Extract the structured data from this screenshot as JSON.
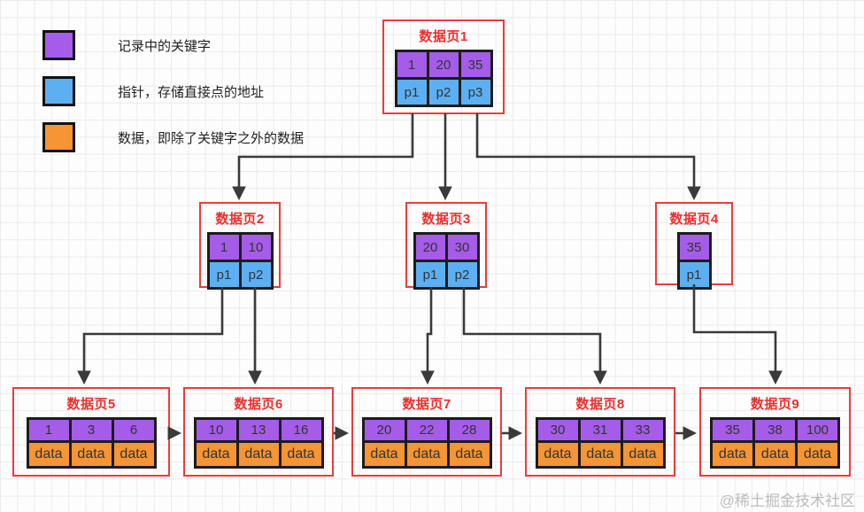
{
  "legend": {
    "items": [
      {
        "name": "key",
        "label": "记录中的关键字",
        "color": "#a55ce8"
      },
      {
        "name": "pointer",
        "label": "指针，存储直接点的地址",
        "color": "#5cb0f2"
      },
      {
        "name": "data",
        "label": "数据，即除了关键字之外的数据",
        "color": "#f79433"
      }
    ]
  },
  "pages": {
    "page1": {
      "title": "数据页1",
      "keys": [
        "1",
        "20",
        "35"
      ],
      "pointers": [
        "p1",
        "p2",
        "p3"
      ]
    },
    "page2": {
      "title": "数据页2",
      "keys": [
        "1",
        "10"
      ],
      "pointers": [
        "p1",
        "p2"
      ]
    },
    "page3": {
      "title": "数据页3",
      "keys": [
        "20",
        "30"
      ],
      "pointers": [
        "p1",
        "p2"
      ]
    },
    "page4": {
      "title": "数据页4",
      "keys": [
        "35"
      ],
      "pointers": [
        "p1"
      ]
    },
    "page5": {
      "title": "数据页5",
      "keys": [
        "1",
        "3",
        "6"
      ],
      "data": [
        "data",
        "data",
        "data"
      ]
    },
    "page6": {
      "title": "数据页6",
      "keys": [
        "10",
        "13",
        "16"
      ],
      "data": [
        "data",
        "data",
        "data"
      ]
    },
    "page7": {
      "title": "数据页7",
      "keys": [
        "20",
        "22",
        "28"
      ],
      "data": [
        "data",
        "data",
        "data"
      ]
    },
    "page8": {
      "title": "数据页8",
      "keys": [
        "30",
        "31",
        "33"
      ],
      "data": [
        "data",
        "data",
        "data"
      ]
    },
    "page9": {
      "title": "数据页9",
      "keys": [
        "35",
        "38",
        "100"
      ],
      "data": [
        "data",
        "data",
        "data"
      ]
    }
  },
  "watermark": "@稀土掘金技术社区",
  "colors": {
    "key": "#a55ce8",
    "pointer": "#5cb0f2",
    "data": "#f79433",
    "node_border": "#ed3b3b",
    "title": "#ed2e2e",
    "connector": "#3a3a3a",
    "cell_border": "#1c1c1c",
    "cell_text": "#333333"
  }
}
